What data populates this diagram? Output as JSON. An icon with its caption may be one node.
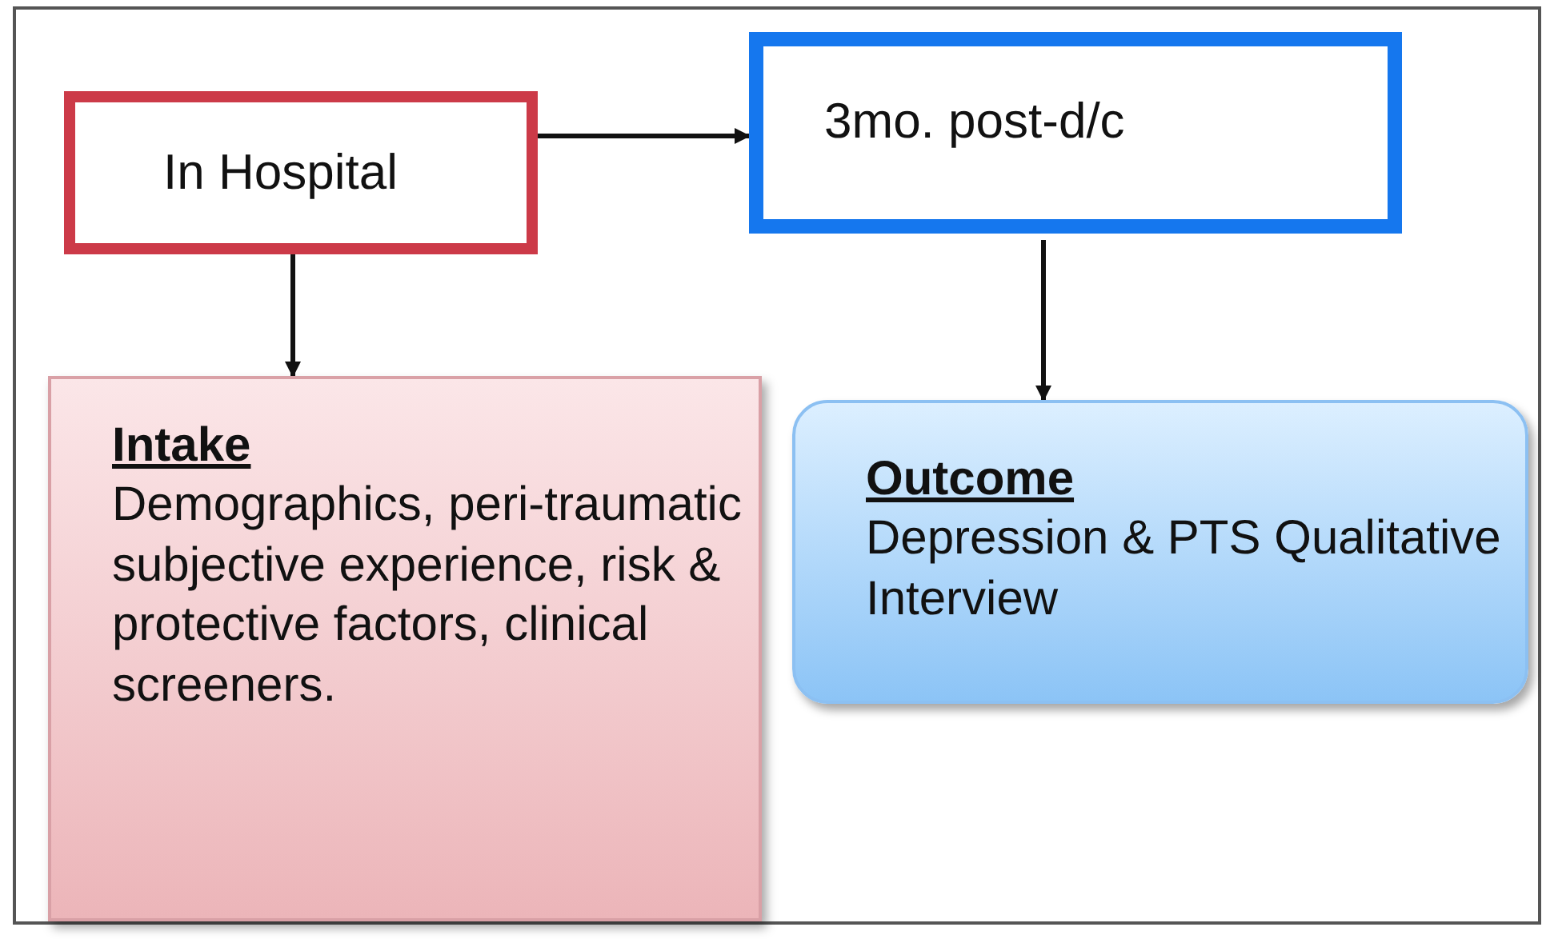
{
  "diagram": {
    "nodes": [
      {
        "text": [
          "In Hospital"
        ]
      },
      {
        "text": [
          "3mo. post-d/c"
        ]
      },
      {
        "text": [
          "Intake",
          "Demographics, peri-traumatic subjective experience, risk & protective factors, clinical screeners."
        ]
      },
      {
        "text": [
          "Outcome",
          "Depression & PTS Qualitative Interview"
        ]
      }
    ],
    "edges": [
      {
        "from": 0,
        "to": 1,
        "arrow": "to"
      },
      {
        "from": 0,
        "to": 2,
        "arrow": "to"
      },
      {
        "from": 1,
        "to": 3,
        "arrow": "to"
      }
    ]
  }
}
